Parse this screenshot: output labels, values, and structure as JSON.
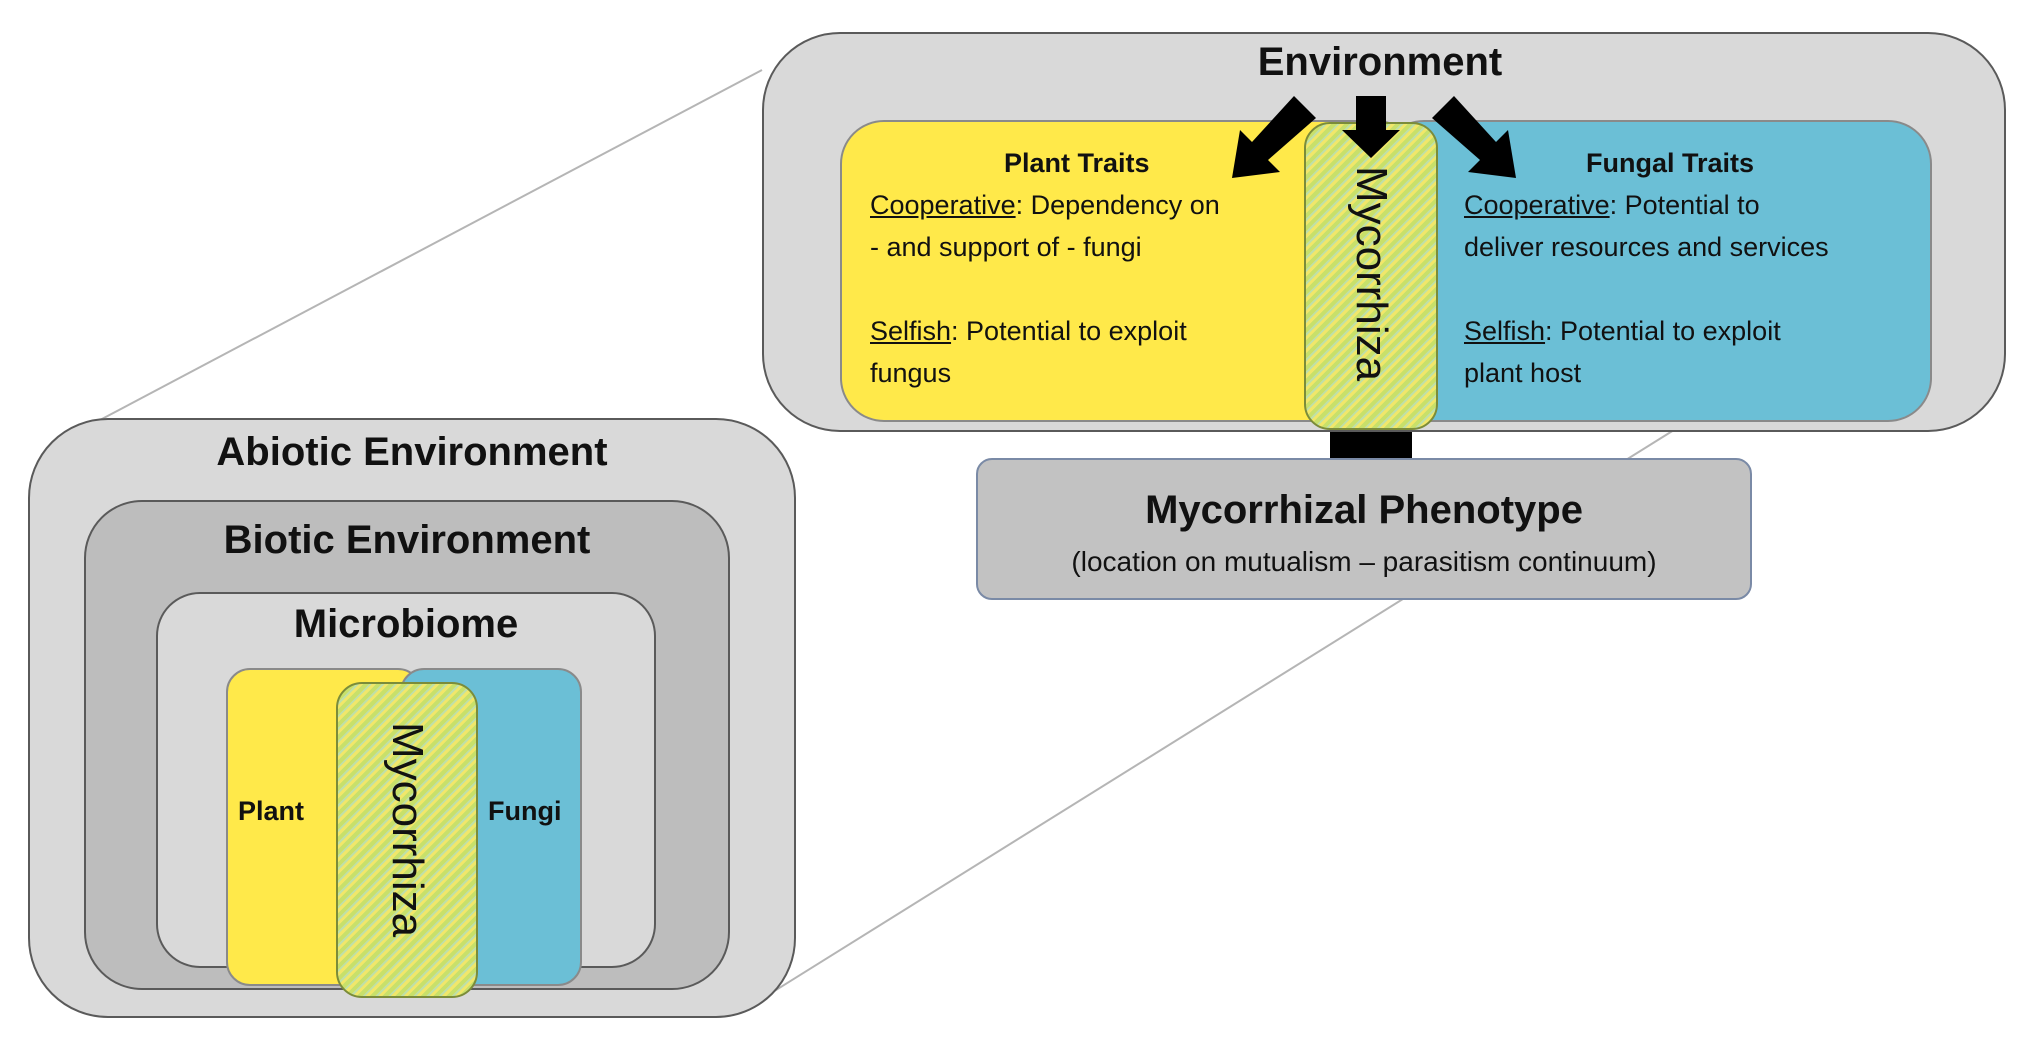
{
  "left_panel": {
    "abiotic_label": "Abiotic Environment",
    "biotic_label": "Biotic Environment",
    "microbiome_label": "Microbiome",
    "plant_label": "Plant",
    "fungi_label": "Fungi",
    "mycorrhiza_label": "Mycorrhiza"
  },
  "zoom_panel": {
    "environment_label": "Environment",
    "mycorrhiza_label": "Mycorrhiza",
    "plant_traits": {
      "heading": "Plant Traits",
      "cooperative_term": "Cooperative",
      "cooperative_line1": ": Dependency on",
      "cooperative_line2": "- and support of - fungi",
      "selfish_term": "Selfish",
      "selfish_line1": ": Potential to exploit",
      "selfish_line2": "fungus"
    },
    "fungal_traits": {
      "heading": "Fungal Traits",
      "cooperative_term": "Cooperative",
      "cooperative_line1": ": Potential to",
      "cooperative_line2": "deliver resources and services",
      "selfish_term": "Selfish",
      "selfish_line1": ": Potential to exploit",
      "selfish_line2": "plant host"
    }
  },
  "phenotype": {
    "title": "Mycorrhizal Phenotype",
    "subtitle": "(location on mutualism – parasitism continuum)"
  },
  "colors": {
    "plant": "#ffe94a",
    "fungi": "#6bbfd6",
    "mycorrhiza_hatch": "#c8e06a",
    "abiotic": "#d9d9d9",
    "biotic": "#bdbdbd",
    "phenotype": "#c2c2c2",
    "arrows": "#000000"
  }
}
